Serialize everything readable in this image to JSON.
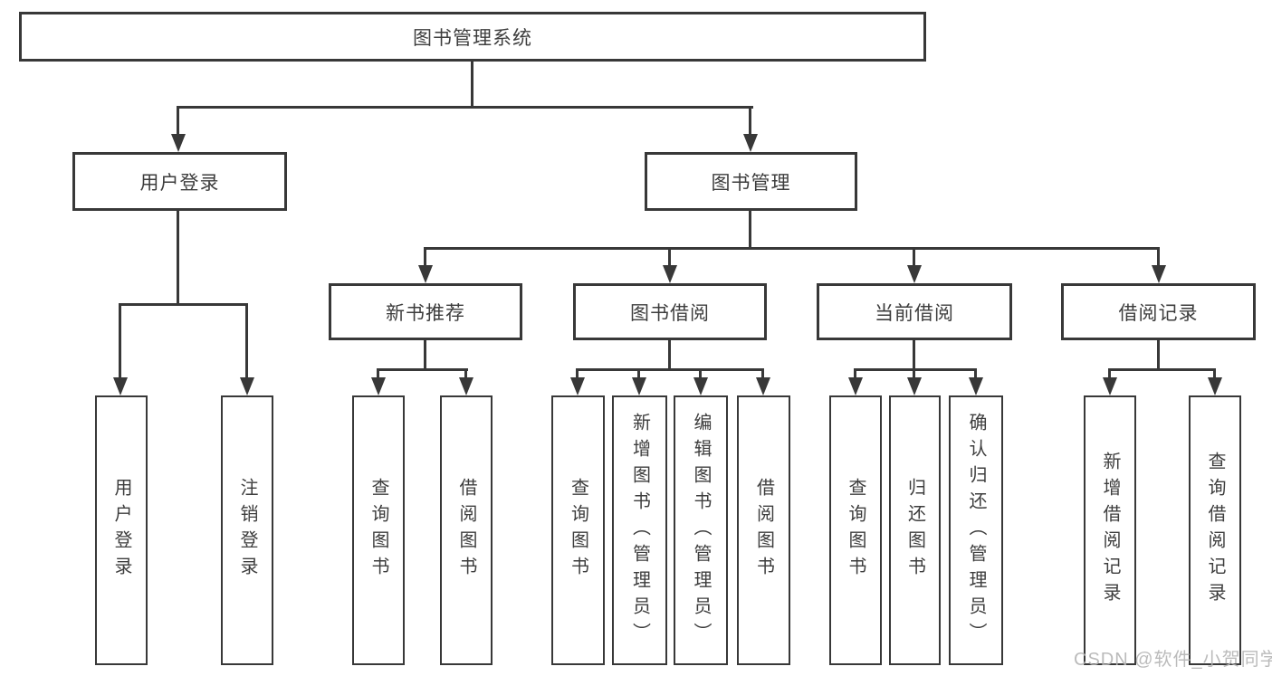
{
  "colors": {
    "line": "#383838",
    "text": "#3d3d3d",
    "box_bg": "#ffffff",
    "watermark": "#b4b4b4",
    "page_bg": "#ffffff"
  },
  "tree": {
    "root": {
      "label": "图书管理系统"
    },
    "branches": [
      {
        "label": "用户登录",
        "children": [
          {
            "label": "用户登录"
          },
          {
            "label": "注销登录"
          }
        ]
      },
      {
        "label": "图书管理",
        "children": [
          {
            "label": "新书推荐",
            "children": [
              {
                "label": "查询图书"
              },
              {
                "label": "借阅图书"
              }
            ]
          },
          {
            "label": "图书借阅",
            "children": [
              {
                "label": "查询图书"
              },
              {
                "label": "新增图书（管理员）"
              },
              {
                "label": "编辑图书（管理员）"
              },
              {
                "label": "借阅图书"
              }
            ]
          },
          {
            "label": "当前借阅",
            "children": [
              {
                "label": "查询图书"
              },
              {
                "label": "归还图书"
              },
              {
                "label": "确认归还（管理员）"
              }
            ]
          },
          {
            "label": "借阅记录",
            "children": [
              {
                "label": "新增借阅记录"
              },
              {
                "label": "查询借阅记录"
              }
            ]
          }
        ]
      }
    ]
  },
  "watermark": {
    "text": "CSDN @软件_小贺同学"
  }
}
